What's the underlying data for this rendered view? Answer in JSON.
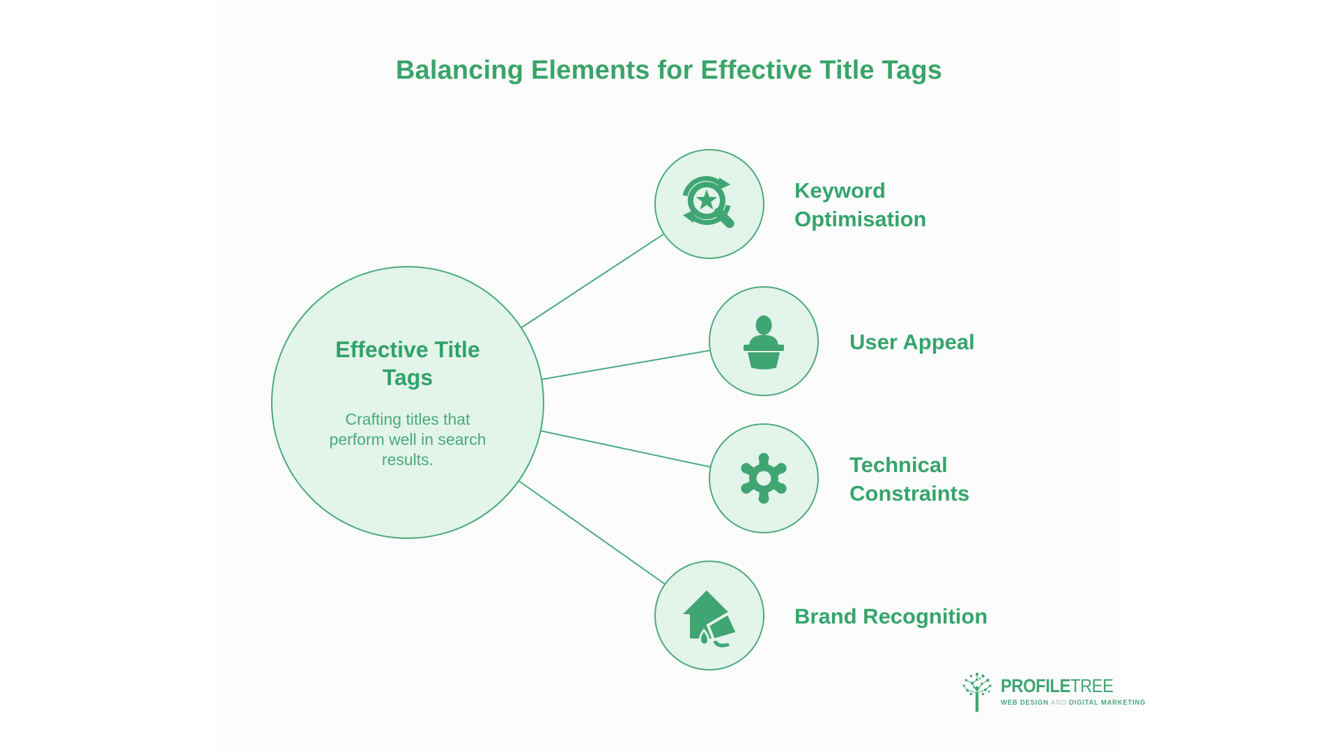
{
  "title": "Balancing Elements for Effective Title Tags",
  "colors": {
    "accent_green": "#3fa573",
    "pale_circle_fill": "#e3f4ea",
    "circle_stroke": "#4aa97c",
    "title_green": "#3aa468",
    "card_background": "#fcfcfd",
    "tagline_and_gray": "#abbcb2"
  },
  "center_node": {
    "heading": "Effective Title Tags",
    "description": "Crafting titles that perform well in search results."
  },
  "nodes": [
    {
      "label": "Keyword\nOptimisation",
      "icon": "search-star-refresh-icon"
    },
    {
      "label": "User Appeal",
      "icon": "person-podium-icon"
    },
    {
      "label": "Technical\nConstraints",
      "icon": "gear-icon"
    },
    {
      "label": "Brand Recognition",
      "icon": "house-megaphone-icon"
    }
  ],
  "logo": {
    "brand_bold": "PROFILE",
    "brand_light": "TREE",
    "tagline_left": "WEB DESIGN",
    "tagline_and": "AND",
    "tagline_right": "DIGITAL MARKETING"
  }
}
